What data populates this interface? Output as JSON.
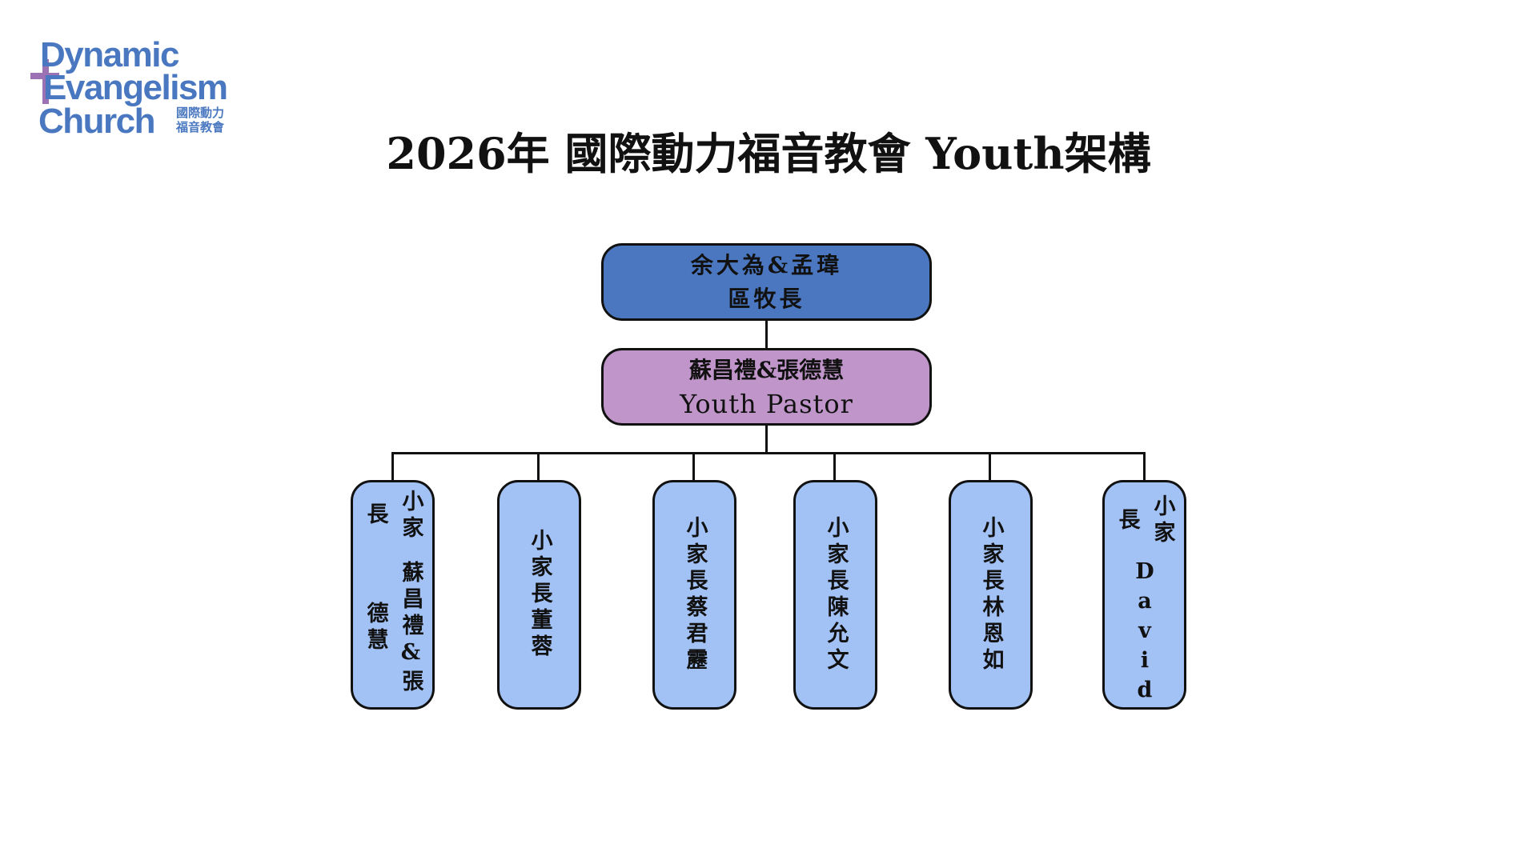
{
  "logo": {
    "line1": "Dynamic",
    "line2": "Evangelism",
    "line3": "Church",
    "zh1": "國際動力",
    "zh2": "福音教會"
  },
  "title": "2026年 國際動力福音教會 Youth架構",
  "top": {
    "name": "余大為&孟瑋",
    "role": "區牧長"
  },
  "pastor": {
    "name": "蘇昌禮&張德慧",
    "role": "Youth Pastor"
  },
  "leaders": [
    {
      "name": "蘇昌禮&張德慧",
      "role": "小家長"
    },
    {
      "name": "董蓉",
      "role": "小家長"
    },
    {
      "name": "蔡君靂",
      "role": "小家長"
    },
    {
      "name": "陳允文",
      "role": "小家長"
    },
    {
      "name": "林恩如",
      "role": "小家長"
    },
    {
      "name": "David",
      "role": "小家長"
    }
  ],
  "colors": {
    "top": "#4a77bf",
    "pastor": "#c095c9",
    "leaf": "#a2c1f4",
    "logo": "#4a78c0",
    "cross": "#9c72b4"
  }
}
